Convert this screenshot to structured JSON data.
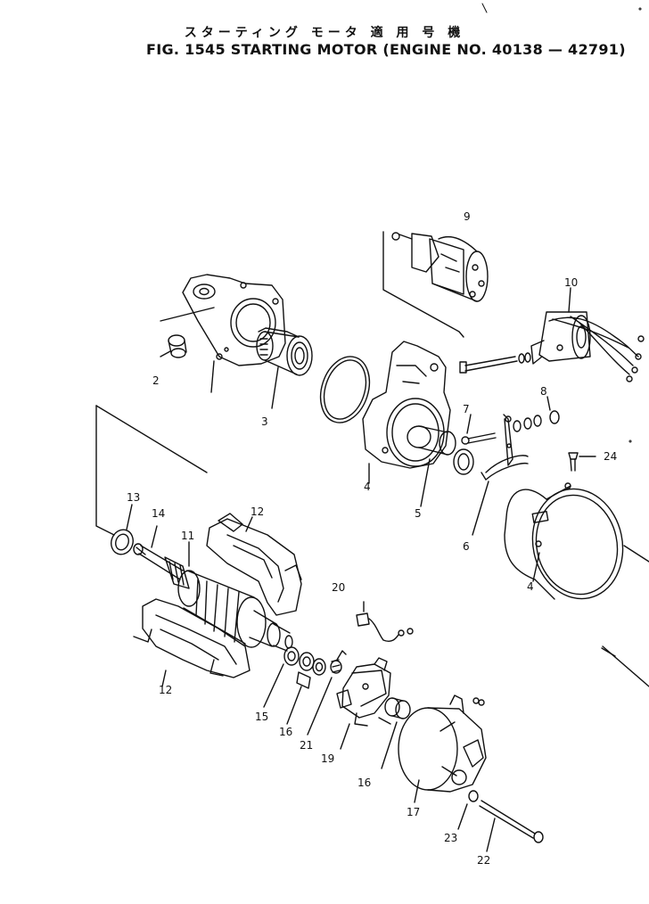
{
  "title": {
    "japanese": "スターティング モータ 適 用 号 機",
    "english": "FIG. 1545  STARTING MOTOR (ENGINE NO. 40138 — 42791)"
  },
  "parts": {
    "p2": "2",
    "p3": "3",
    "p4a": "4",
    "p4b": "4",
    "p5": "5",
    "p6": "6",
    "p7": "7",
    "p8": "8",
    "p9": "9",
    "p10": "10",
    "p11": "11",
    "p12a": "12",
    "p12b": "12",
    "p13": "13",
    "p14": "14",
    "p15": "15",
    "p16a": "16",
    "p16b": "16",
    "p17": "17",
    "p19": "19",
    "p20": "20",
    "p21": "21",
    "p22": "22",
    "p23": "23",
    "p24": "24"
  }
}
